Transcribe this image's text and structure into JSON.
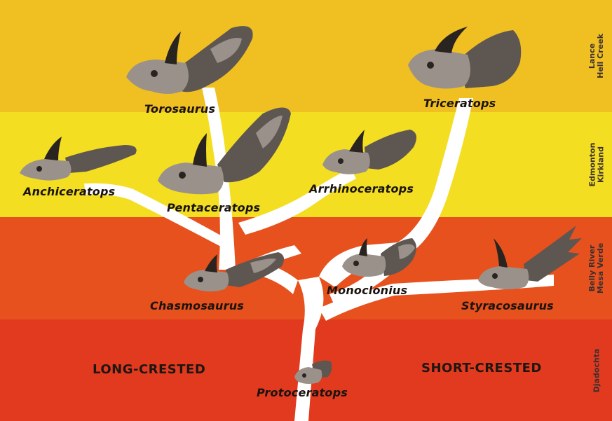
{
  "strata": [
    {
      "label": "Lance\nHell Creek",
      "color": "#f0bf22"
    },
    {
      "label": "Edmonton\nKirkland",
      "color": "#f3de22"
    },
    {
      "label": "Belly River\nMesa Verde",
      "color": "#e7511d"
    },
    {
      "label": "Djadochta",
      "color": "#e13a1e"
    }
  ],
  "dinosaurs": {
    "torosaurus": "Torosaurus",
    "triceratops": "Triceratops",
    "anchiceratops": "Anchiceratops",
    "pentaceratops": "Pentaceratops",
    "arrhinoceratops": "Arrhinoceratops",
    "chasmosaurus": "Chasmosaurus",
    "monoclonius": "Monoclonius",
    "styracosaurus": "Styracosaurus",
    "protoceratops": "Protoceratops"
  },
  "groups": {
    "long_crested": "LONG-CRESTED",
    "short_crested": "SHORT-CRESTED"
  },
  "colors": {
    "tree": "#ffffff",
    "skull_dark": "#5e5650",
    "skull_light": "#9a928a"
  }
}
